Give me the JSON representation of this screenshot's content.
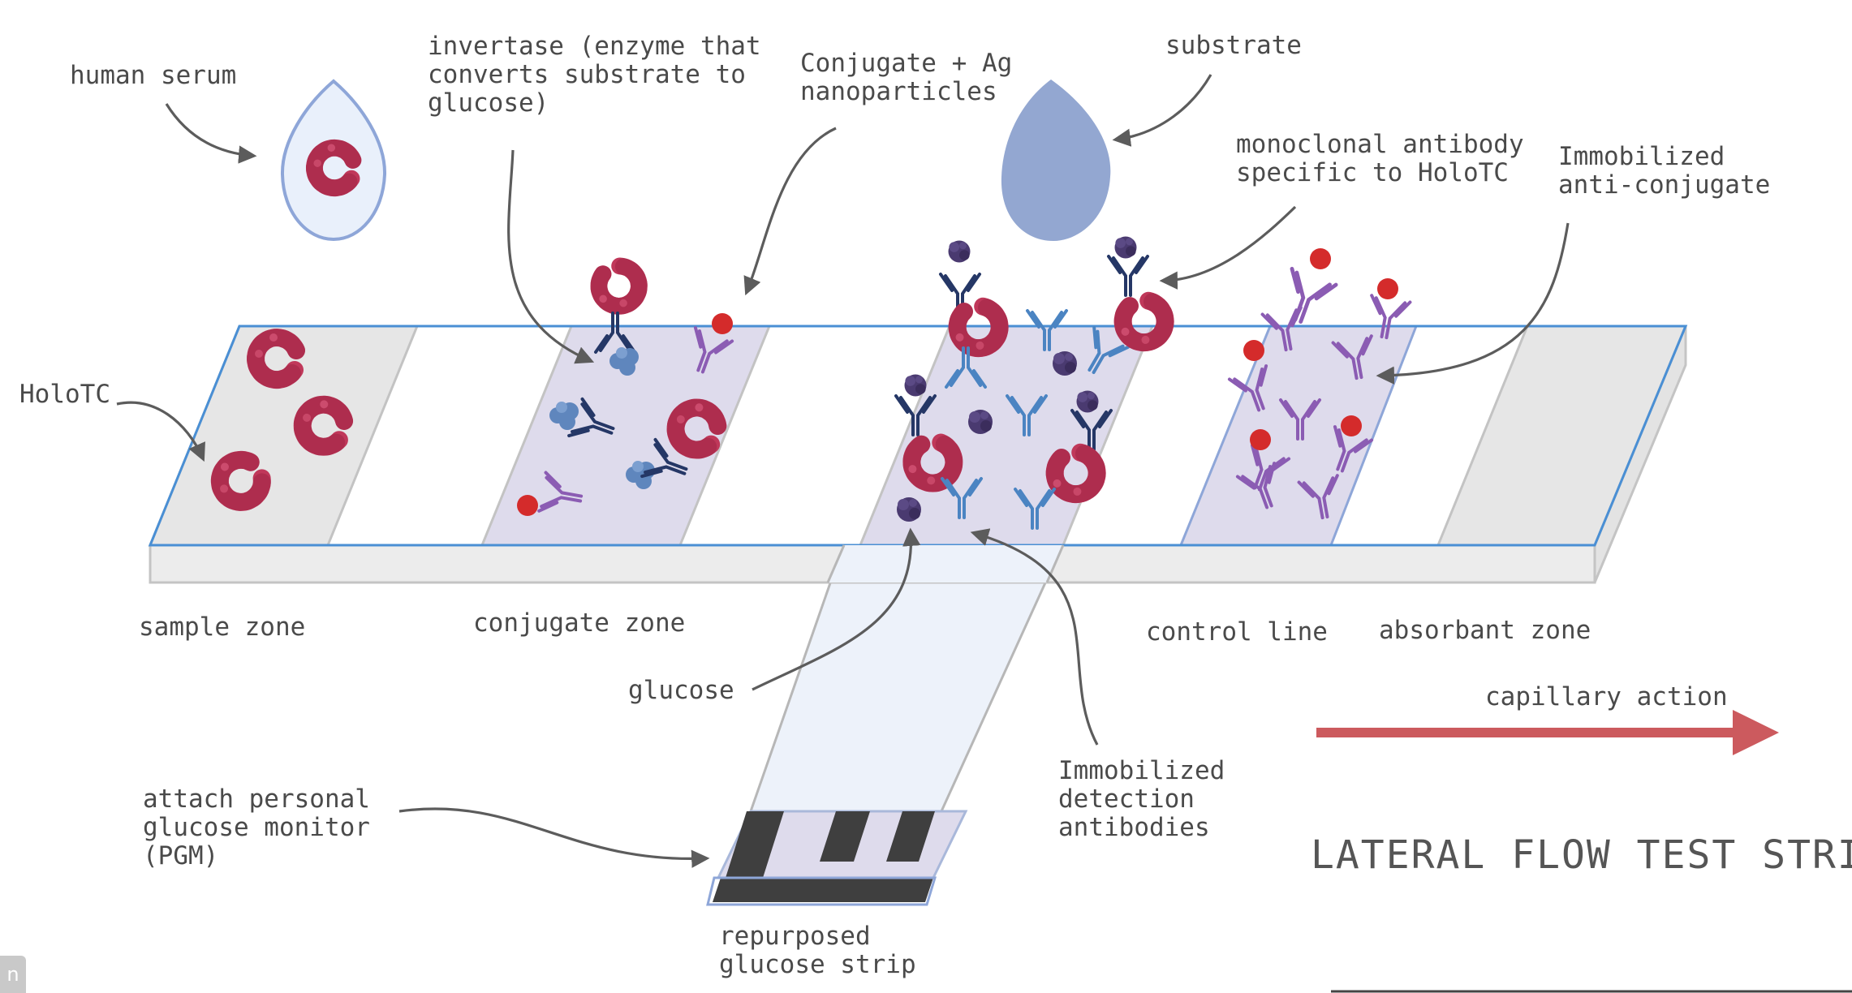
{
  "figure": {
    "title": "LATERAL FLOW TEST STRIP",
    "labels": {
      "human_serum": "human serum",
      "invertase": [
        "invertase (enzyme that",
        "converts substrate to",
        "glucose)"
      ],
      "conjugate": [
        "Conjugate + Ag",
        "nanoparticles"
      ],
      "substrate": "substrate",
      "monoclonal": [
        "monoclonal antibody",
        "specific to HoloTC"
      ],
      "anti_conjugate": [
        "Immobilized",
        "anti-conjugate"
      ],
      "holotc": "HoloTC",
      "sample_zone": "sample zone",
      "conjugate_zone": "conjugate zone",
      "control_line": "control line",
      "absorbant_zone": "absorbant zone",
      "capillary_action": "capillary action",
      "glucose": "glucose",
      "detection_antibodies": [
        "Immobilized",
        "detection",
        "antibodies"
      ],
      "pgm": [
        "attach personal",
        "glucose monitor",
        "(PGM)"
      ],
      "glucose_strip": [
        "repurposed",
        "glucose strip"
      ]
    },
    "badge": "n"
  },
  "colors": {
    "strip_outline": "#4a8fd4",
    "zone_fill": "#dedbec",
    "grey_zone": "#e6e6e6",
    "holotc": "#c0385a",
    "substrate": "#93a7d1",
    "antibody_blue": "#4b84c2",
    "antibody_navy": "#253766",
    "antibody_purple": "#8b5cb3",
    "nanoparticle": "#d42b2b",
    "glucose": "#4a3a70",
    "capillary_arrow": "#cc5a5e"
  }
}
